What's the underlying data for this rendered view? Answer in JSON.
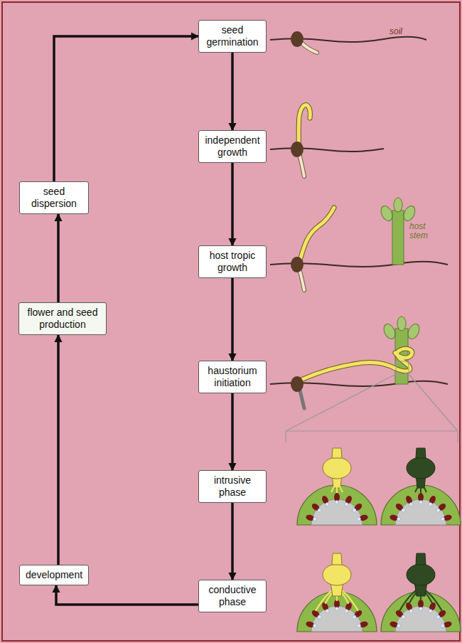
{
  "diagram": {
    "nodes": [
      {
        "text": [
          "seed germination"
        ]
      },
      {
        "text": [
          "independent growth"
        ]
      },
      {
        "text": [
          "host tropic growth"
        ]
      },
      {
        "text": [
          "haustorium initiation"
        ]
      },
      {
        "text": [
          "intrusive phase"
        ]
      },
      {
        "text": [
          "conductive phase"
        ]
      },
      {
        "text": [
          "development"
        ]
      },
      {
        "text": [
          "flower and seed production"
        ]
      },
      {
        "text": [
          "seed dispersion"
        ]
      }
    ],
    "edges": [
      {
        "from": 0,
        "to": 1,
        "arrow": "to"
      },
      {
        "from": 1,
        "to": 2,
        "arrow": "to"
      },
      {
        "from": 2,
        "to": 3,
        "arrow": "to"
      },
      {
        "from": 3,
        "to": 4,
        "arrow": "to"
      },
      {
        "from": 4,
        "to": 5,
        "arrow": "to"
      },
      {
        "from": 5,
        "to": 6,
        "arrow": "to"
      },
      {
        "from": 6,
        "to": 7,
        "arrow": "to"
      },
      {
        "from": 7,
        "to": 8,
        "arrow": "to"
      },
      {
        "from": 8,
        "to": 0,
        "arrow": "to"
      }
    ],
    "labels": [
      "soil",
      "host stem"
    ]
  }
}
